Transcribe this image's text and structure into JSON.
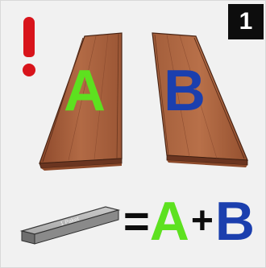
{
  "badge": {
    "step": "1"
  },
  "warning": {
    "icon": "exclamation-icon",
    "color": "#d8141b"
  },
  "boards": [
    {
      "letter": "A",
      "color": "#5de11f"
    },
    {
      "letter": "B",
      "color": "#1b3fae"
    }
  ],
  "package": {
    "label": "1 Paket",
    "icon": "package-icon"
  },
  "formula": {
    "equals": "=",
    "left": "A",
    "plus": "+",
    "right": "B"
  }
}
